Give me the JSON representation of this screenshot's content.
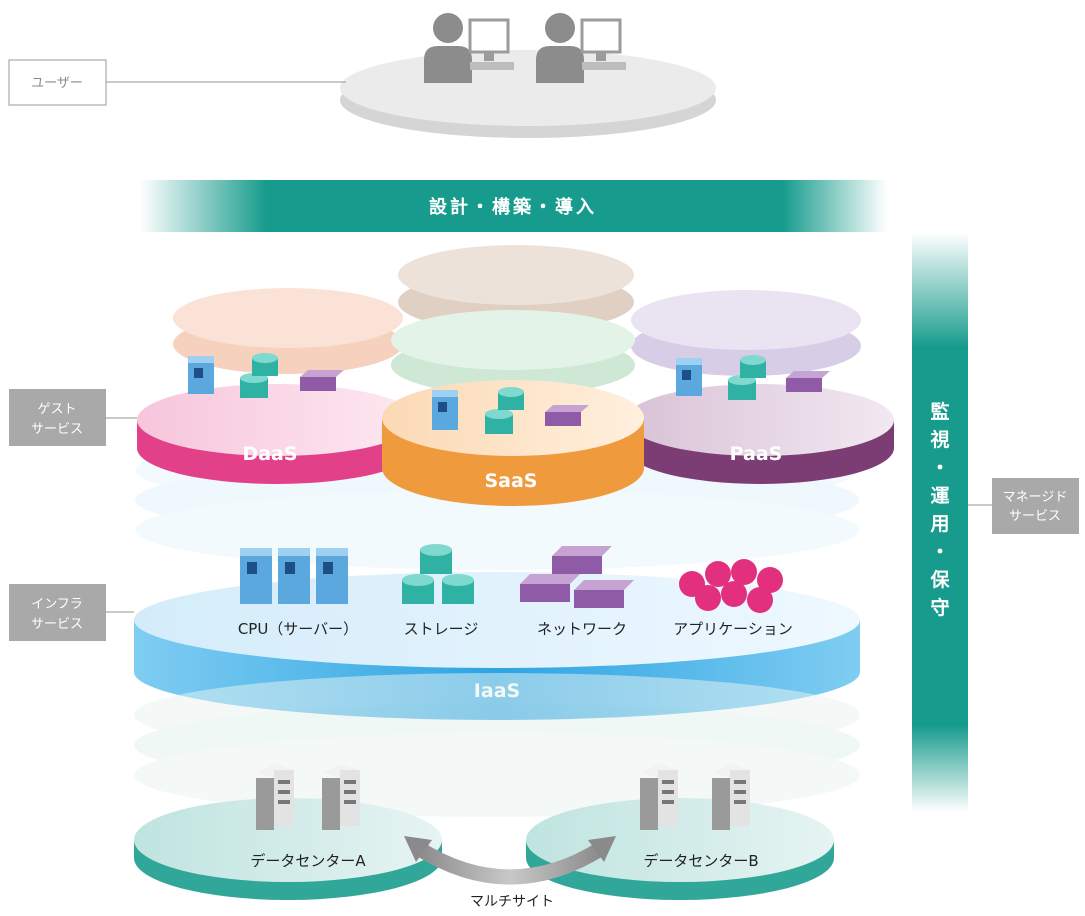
{
  "user_label": "ユーザー",
  "top_band": "設計・構築・導入",
  "side_band": [
    "監",
    "視",
    "・",
    "運",
    "用",
    "・",
    "保",
    "守"
  ],
  "guest_service": [
    "ゲスト",
    "サービス"
  ],
  "infra_service": [
    "インフラ",
    "サービス"
  ],
  "managed_service": [
    "マネージド",
    "サービス"
  ],
  "layers": {
    "daas": "DaaS",
    "saas": "SaaS",
    "paas": "PaaS",
    "iaas": "IaaS"
  },
  "resources": [
    "CPU（サーバー）",
    "ストレージ",
    "ネットワーク",
    "アプリケーション"
  ],
  "datacenters": [
    "データセンターA",
    "データセンターB"
  ],
  "multisite": "マルチサイト",
  "colors": {
    "teal": "#169b8c",
    "daas": "#e2418a",
    "saas": "#f09a3e",
    "paas": "#7b3d73",
    "iaas": "#33a8e4",
    "label_box": "#a9a9a9"
  }
}
